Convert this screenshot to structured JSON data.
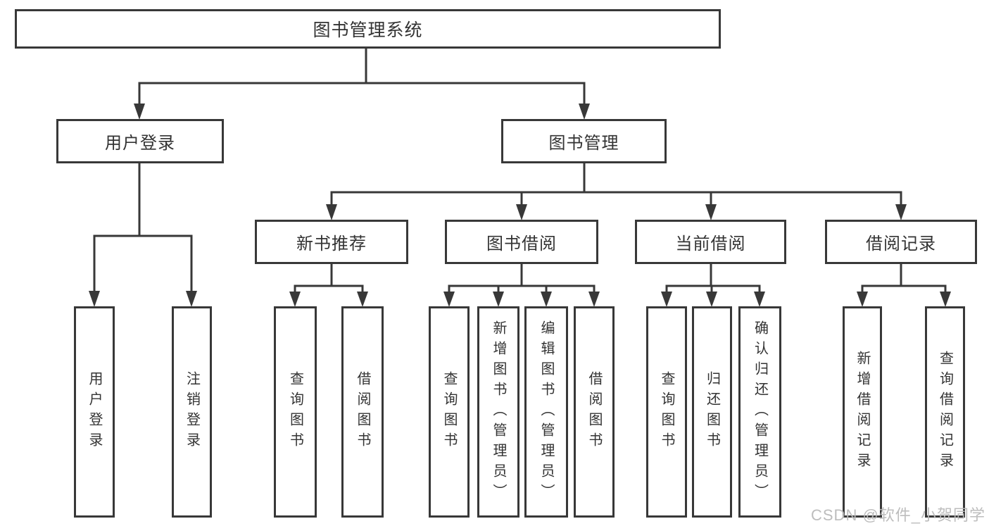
{
  "diagram": {
    "root": {
      "label": "图书管理系统"
    },
    "level2": [
      {
        "label": "用户登录"
      },
      {
        "label": "图书管理"
      }
    ],
    "level3": [
      {
        "label": "新书推荐"
      },
      {
        "label": "图书借阅"
      },
      {
        "label": "当前借阅"
      },
      {
        "label": "借阅记录"
      }
    ],
    "leaves": {
      "login": [
        "用户登录",
        "注销登录"
      ],
      "newbook": [
        "查询图书",
        "借阅图书"
      ],
      "borrow": [
        "查询图书",
        "新增图书（管理员）",
        "编辑图书（管理员）",
        "借阅图书"
      ],
      "current": [
        "查询图书",
        "归还图书",
        "确认归还（管理员）"
      ],
      "records": [
        "新增借阅记录",
        "查询借阅记录"
      ]
    }
  },
  "watermark": {
    "text": "CSDN @软件_小贺同学"
  },
  "colors": {
    "line": "#383838",
    "text": "#333333",
    "background": "#ffffff",
    "watermark": "#b9b9b9"
  }
}
